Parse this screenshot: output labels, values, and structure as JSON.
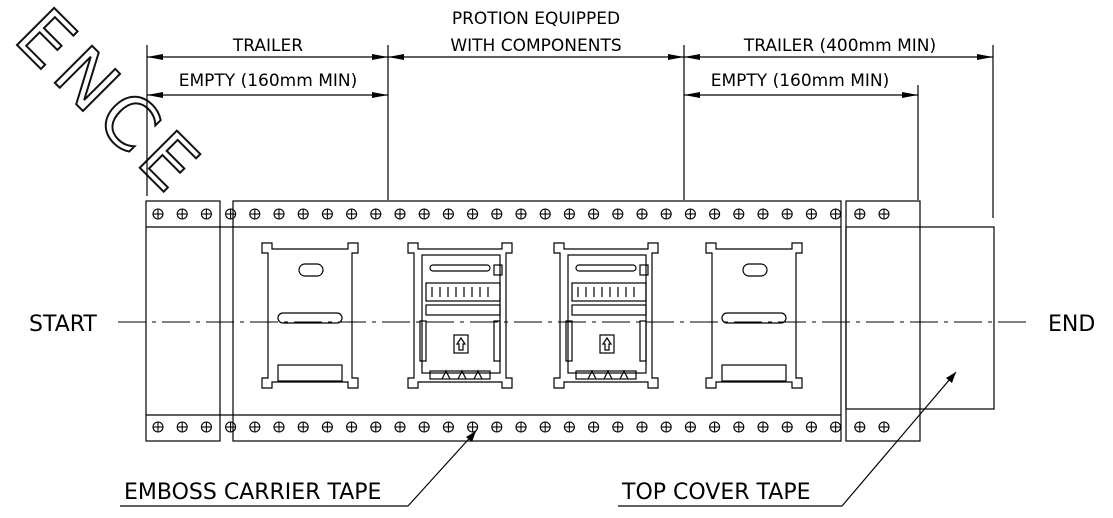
{
  "watermark": "ENCE",
  "labels": {
    "trailer_left": "TRAILER",
    "empty_left": "EMPTY (160mm MIN)",
    "portion_line1": "PROTION EQUIPPED",
    "portion_line2": "WITH COMPONENTS",
    "trailer_right": "TRAILER (400mm MIN)",
    "empty_right": "EMPTY (160mm MIN)",
    "start": "START",
    "end": "END",
    "emboss_carrier_tape": "EMBOSS CARRIER TAPE",
    "top_cover_tape": "TOP COVER TAPE"
  },
  "components": {
    "empty_pockets": 2,
    "equipped_pockets": 2
  },
  "icons": {
    "sprocket_hole": "circle-crosshair-icon",
    "dimension_arrow": "arrowhead-icon"
  },
  "colors": {
    "line": "#000000",
    "background": "#ffffff"
  }
}
